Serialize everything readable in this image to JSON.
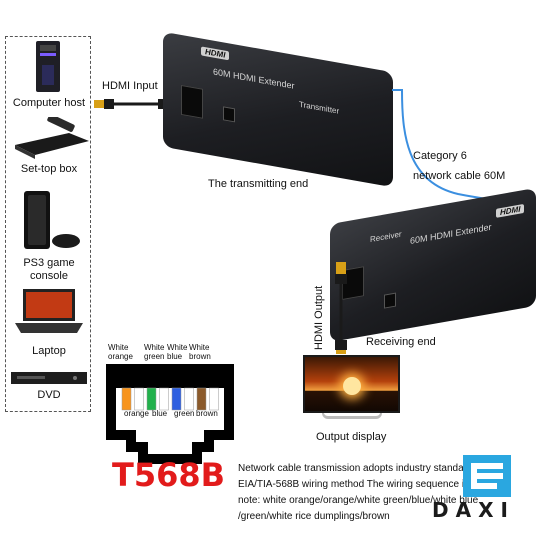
{
  "sources": {
    "items": [
      {
        "label": "Computer host"
      },
      {
        "label": "Set-top box"
      },
      {
        "label": "PS3 game\nconsole"
      },
      {
        "label": "Laptop"
      },
      {
        "label": "DVD"
      }
    ]
  },
  "labels": {
    "hdmi_input": "HDMI Input",
    "transmitting_end": "The transmitting end",
    "category": "Category 6",
    "network_cable": "network cable 60M",
    "hdmi_output": "HDMI Output",
    "receiving_end": "Receiving end",
    "output_display": "Output display"
  },
  "transmitter": {
    "logo": "HDMI",
    "model": "60M HDMI Extender",
    "role": "Transmitter"
  },
  "receiver": {
    "logo": "HDMI",
    "model": "60M HDMI Extender",
    "role": "Receiver"
  },
  "t568b": {
    "title": "T568B",
    "top_labels": [
      "White\norange",
      "White\ngreen",
      "White\nblue",
      "White\nbrown"
    ],
    "bottom_labels": [
      "orange",
      "blue",
      "green",
      "brown"
    ],
    "wire_colors": [
      "#f7941d",
      "#ffffff",
      "#22b14c",
      "#ffffff",
      "#2e5fe0",
      "#ffffff",
      "#8b5a2b",
      "#ffffff"
    ]
  },
  "description": {
    "line1": "Network cable transmission adopts industry standard",
    "line2": "EIA/TIA-568B wiring method The wiring sequence is",
    "line3": "note: white orange/orange/white green/blue/white blue",
    "line4": "/green/white rice dumplings/brown"
  },
  "brand": {
    "name": "DAXI",
    "accent": "#2aa7e0"
  }
}
